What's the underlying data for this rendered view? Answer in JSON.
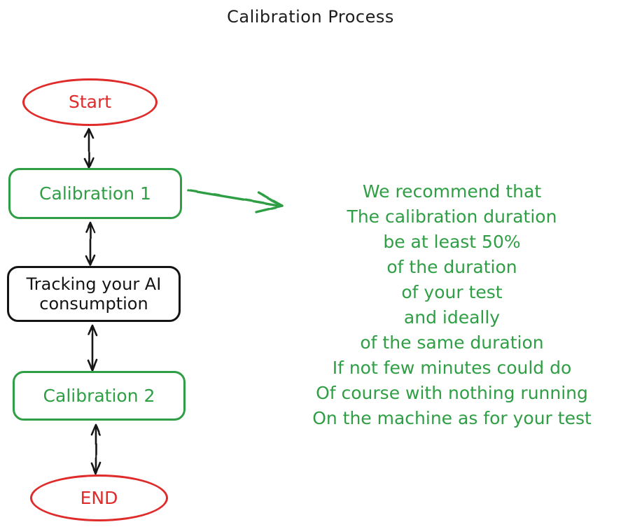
{
  "diagram": {
    "title": "Calibration Process",
    "type": "flowchart",
    "colors": {
      "terminator": "#e02b2b",
      "process_green": "#2f9e44",
      "process_black": "#141414",
      "connector": "#141414",
      "annotation_arrow": "#2f9e44",
      "background": "#ffffff",
      "title_text": "#1d1d1d"
    },
    "nodes": [
      {
        "id": "start",
        "label": "Start",
        "shape": "ellipse",
        "color": "#e02b2b"
      },
      {
        "id": "calibration-1",
        "label": "Calibration 1",
        "shape": "rounded-rect",
        "color": "#2f9e44"
      },
      {
        "id": "tracking",
        "label": "Tracking your AI\nconsumption",
        "shape": "rounded-rect",
        "color": "#141414"
      },
      {
        "id": "calibration-2",
        "label": "Calibration 2",
        "shape": "rounded-rect",
        "color": "#2f9e44"
      },
      {
        "id": "end",
        "label": "END",
        "shape": "ellipse",
        "color": "#e02b2b"
      }
    ],
    "connectors": [
      {
        "id": "start-to-calibration-1",
        "from": "start",
        "to": "calibration-1",
        "style": "double-arrow",
        "color": "#141414"
      },
      {
        "id": "calibration-1-to-tracking",
        "from": "calibration-1",
        "to": "tracking",
        "style": "double-arrow",
        "color": "#141414"
      },
      {
        "id": "tracking-to-calibration-2",
        "from": "tracking",
        "to": "calibration-2",
        "style": "double-arrow",
        "color": "#141414"
      },
      {
        "id": "calibration-2-to-end",
        "from": "calibration-2",
        "to": "end",
        "style": "double-arrow",
        "color": "#141414"
      },
      {
        "id": "calibration-1-to-annotation",
        "from": "calibration-1",
        "to": "annotation",
        "style": "single-arrow",
        "color": "#2f9e44"
      }
    ],
    "annotation": {
      "id": "recommendation-note",
      "color": "#2f9e44",
      "lines": [
        "We recommend that",
        "The calibration duration",
        "be at least 50%",
        "of the duration",
        "of your test",
        "and ideally",
        "of the same duration",
        "If not few minutes could do",
        "Of course with nothing running",
        "On the machine as for your test"
      ]
    }
  }
}
